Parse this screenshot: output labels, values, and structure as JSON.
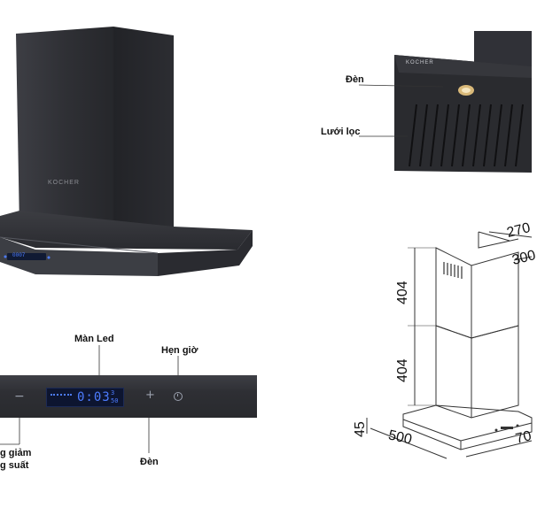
{
  "hood_main": {
    "brand": "KOCHER",
    "display_readout": "0007"
  },
  "hood_bottom": {
    "brand": "KOCHER",
    "callouts": {
      "light": "Đèn",
      "filter": "Lưới lọc"
    }
  },
  "control_panel": {
    "display_time": "0:03",
    "display_small_top": "3",
    "display_small_bottom": "50",
    "minus_symbol": "−",
    "plus_symbol": "+",
    "callouts": {
      "led_screen": "Màn Led",
      "timer": "Hẹn giờ",
      "light": "Đèn",
      "power_line1": "g giảm",
      "power_line2": "g suất"
    }
  },
  "dimensions": {
    "top_depth": "270",
    "top_width": "300",
    "upper_chimney": "404",
    "lower_chimney": "404",
    "canopy_height": "45",
    "depth": "500",
    "width": "70"
  },
  "colors": {
    "steel_dark": "#2b2c30",
    "steel_mid": "#3a3b40",
    "display_blue": "#4d7cff",
    "line": "#333333"
  }
}
